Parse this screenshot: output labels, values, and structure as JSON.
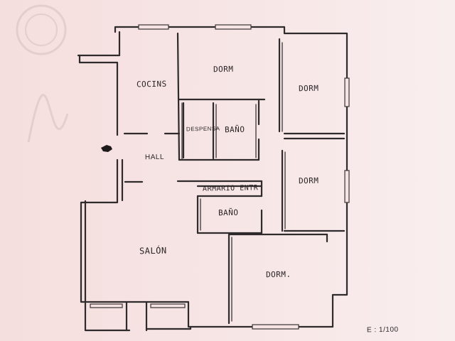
{
  "plan": {
    "rooms": {
      "cocina": "COCINS",
      "dorm_1": "DORM",
      "dorm_2": "DORM",
      "despensa": "DESPENSA",
      "bano_1": "BAÑO",
      "hall": "HALL",
      "dorm_3": "DORM",
      "armario": "ARMARIO ENTR",
      "bano_2": "BAÑO",
      "salon": "SALÓN",
      "dorm_4": "DORM."
    },
    "scale": "E : 1/100",
    "entrance_icon": "hand-pointer-icon"
  },
  "colors": {
    "paper": "#f6e3e3",
    "ink": "#2f2a2c"
  }
}
